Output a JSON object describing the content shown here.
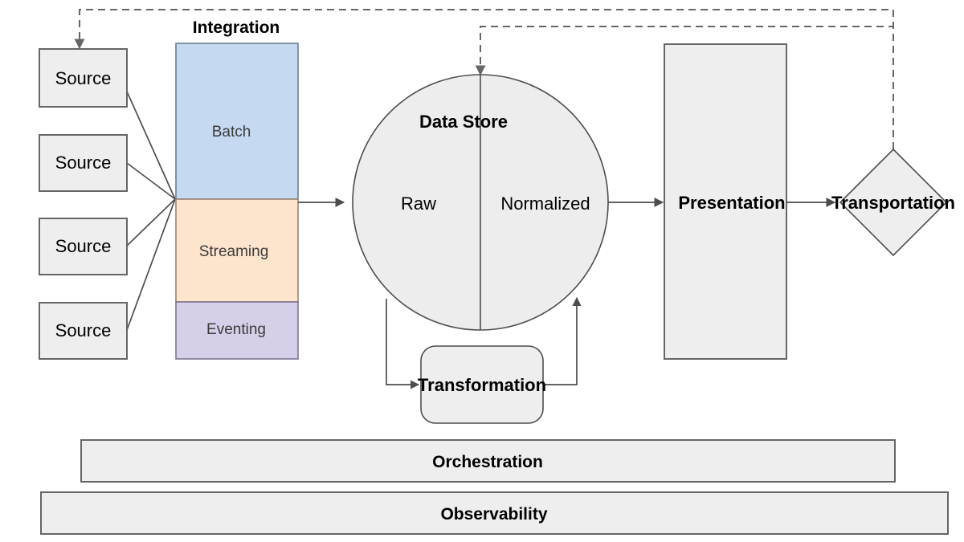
{
  "diagram": {
    "title_integration": "Integration",
    "sources": [
      {
        "label": "Source"
      },
      {
        "label": "Source"
      },
      {
        "label": "Source"
      },
      {
        "label": "Source"
      }
    ],
    "integration_bands": [
      {
        "label": "Batch",
        "color": "#c5d9f1"
      },
      {
        "label": "Streaming",
        "color": "#fce4cd"
      },
      {
        "label": "Eventing",
        "color": "#d6cfe7"
      }
    ],
    "data_store": {
      "title": "Data Store",
      "left_half_label": "Raw",
      "right_half_label": "Normalized"
    },
    "transformation": {
      "label": "Transformation"
    },
    "presentation": {
      "label": "Presentation"
    },
    "transportation": {
      "label": "Transportation"
    },
    "cross_cutting_bars": [
      {
        "label": "Orchestration"
      },
      {
        "label": "Observability"
      }
    ],
    "colors": {
      "node_fill": "#eeeeee",
      "node_stroke": "#666666",
      "circle_fill": "#ededed",
      "connector": "#4d4d4d",
      "dashed_connector": "#666666",
      "background": "#ffffff",
      "text": "#000000"
    }
  }
}
